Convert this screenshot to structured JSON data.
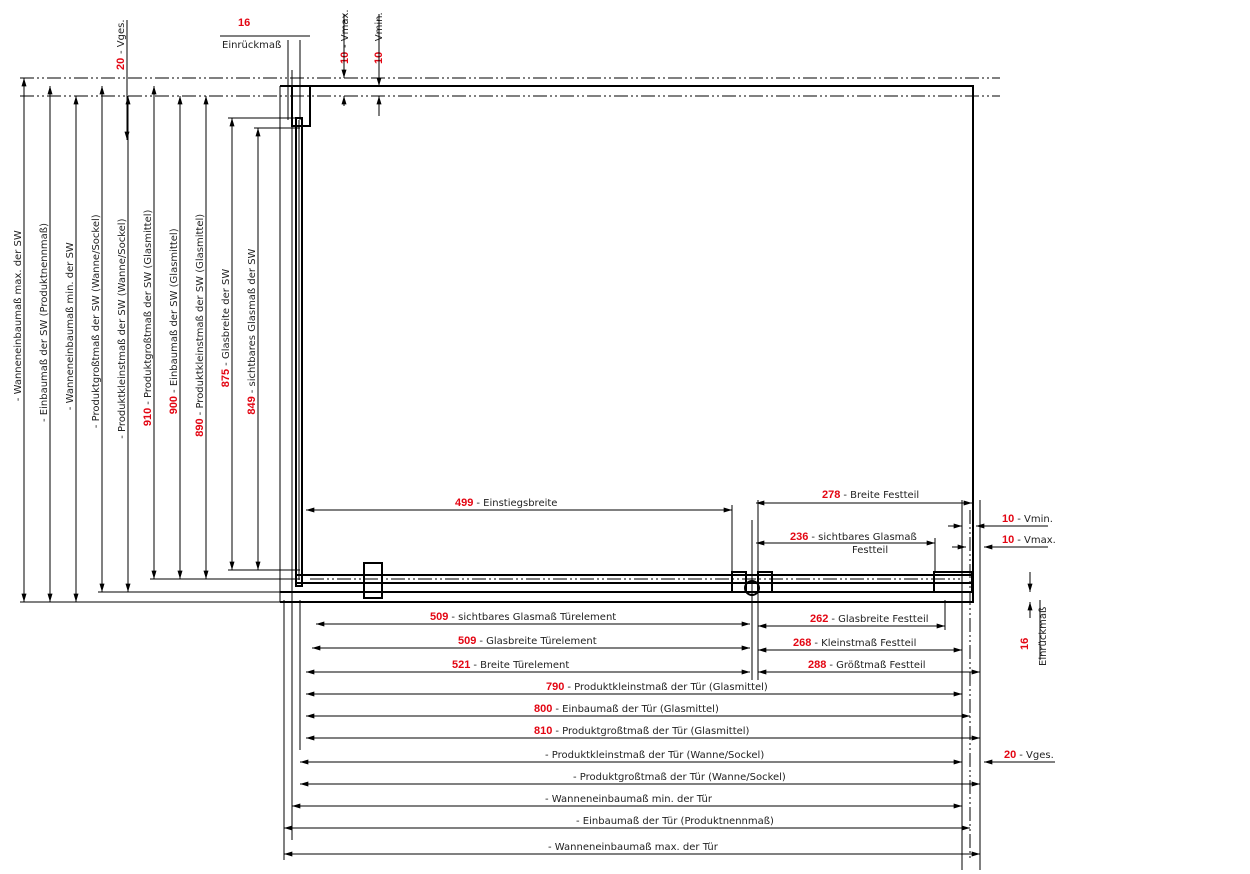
{
  "drawing": {
    "title_hint": "Shower enclosure dimension drawing (sliding door + side wall)",
    "top_annotations": [
      {
        "value": "16",
        "label": "Einrückmaß"
      },
      {
        "value": "20",
        "label": "- Vges."
      },
      {
        "value": "10",
        "label": "- Vmax."
      },
      {
        "value": "10",
        "label": "- Vmin."
      }
    ],
    "side_wall_dimensions": [
      {
        "value": "",
        "label": "- Wanneneinbaumaß max. der SW"
      },
      {
        "value": "",
        "label": "- Einbaumaß der SW (Produktnennmaß)"
      },
      {
        "value": "",
        "label": "- Wanneneinbaumaß min. der SW"
      },
      {
        "value": "",
        "label": "- Produktgroßtmaß der SW (Wanne/Sockel)"
      },
      {
        "value": "",
        "label": "- Produktkleinstmaß der SW (Wanne/Sockel)"
      },
      {
        "value": "910",
        "label": "- Produktgroßtmaß der SW (Glasmittel)"
      },
      {
        "value": "900",
        "label": "- Einbaumaß der SW (Glasmittel)"
      },
      {
        "value": "890",
        "label": "- Produktkleinstmaß der SW (Glasmittel)"
      },
      {
        "value": "875",
        "label": "- Glasbreite der SW"
      },
      {
        "value": "849",
        "label": "- sichtbares Glasmaß der SW"
      }
    ],
    "upper_right": [
      {
        "value": "499",
        "label": "- Einstiegsbreite"
      },
      {
        "value": "278",
        "label": "- Breite Festteil"
      },
      {
        "value": "236",
        "label": "- sichtbares Glasmaß",
        "label2": "Festteil"
      },
      {
        "value": "10",
        "label": "- Vmin."
      },
      {
        "value": "10",
        "label": "- Vmax."
      }
    ],
    "right_side": [
      {
        "value": "16",
        "label": "Einrückmaß"
      },
      {
        "value": "20",
        "label": "- Vges."
      }
    ],
    "door_left": [
      {
        "value": "509",
        "label": "- sichtbares Glasmaß Türelement"
      },
      {
        "value": "509",
        "label": "- Glasbreite Türelement"
      },
      {
        "value": "521",
        "label": "- Breite Türelement"
      }
    ],
    "door_right": [
      {
        "value": "262",
        "label": "- Glasbreite Festteil"
      },
      {
        "value": "268",
        "label": "- Kleinstmaß Festteil"
      },
      {
        "value": "288",
        "label": "- Größtmaß Festteil"
      }
    ],
    "door_total": [
      {
        "value": "790",
        "label": "- Produktkleinstmaß der Tür (Glasmittel)"
      },
      {
        "value": "800",
        "label": "- Einbaumaß der Tür (Glasmittel)"
      },
      {
        "value": "810",
        "label": "- Produktgroßtmaß der Tür (Glasmittel)"
      },
      {
        "value": "",
        "label": "- Produktkleinstmaß der Tür (Wanne/Sockel)"
      },
      {
        "value": "",
        "label": "- Produktgroßtmaß der Tür (Wanne/Sockel)"
      },
      {
        "value": "",
        "label": "- Wanneneinbaumaß min. der Tür"
      },
      {
        "value": "",
        "label": "- Einbaumaß der Tür (Produktnennmaß)"
      },
      {
        "value": "",
        "label": "- Wanneneinbaumaß max. der Tür"
      }
    ],
    "colors": {
      "value": "#e30613",
      "line": "#000000",
      "label": "#222222"
    }
  }
}
